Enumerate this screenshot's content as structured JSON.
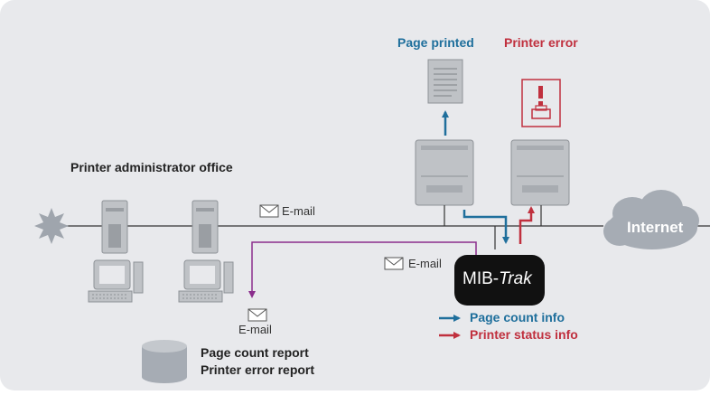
{
  "labels": {
    "page_printed": "Page printed",
    "printer_error": "Printer error",
    "office": "Printer administrator office",
    "email_top": "E-mail",
    "email_mid": "E-mail",
    "email_left": "E-mail",
    "internet": "Internet",
    "mib_prefix": "MIB-",
    "mib_suffix": "Trak",
    "legend_page_count": "Page count info",
    "legend_printer_status": "Printer status info",
    "report_page_count": "Page count report",
    "report_printer_error": "Printer error report"
  },
  "colors": {
    "background": "#e8e9ec",
    "device_fill": "#bfc2c6",
    "device_stroke": "#8e9297",
    "line": "#333333",
    "blue": "#1f6f9c",
    "red": "#c0303e",
    "purple": "#8a2d8c",
    "mib_box": "#111111",
    "cloud": "#a6acb4",
    "starburst": "#9fa5ad"
  },
  "icons": [
    "starburst-icon",
    "envelope-icon",
    "printer-icon",
    "document-icon",
    "error-alert-icon",
    "cloud-icon",
    "database-icon",
    "computer-icon",
    "tower-icon"
  ]
}
